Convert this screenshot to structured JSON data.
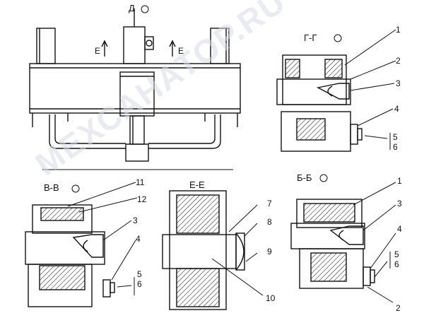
{
  "watermark": "МЕХСАНАТОР.RU",
  "views": {
    "main": {
      "view_label": "Д",
      "section_left": "Е",
      "section_right": "Е"
    },
    "gg": {
      "title": "Г-Г",
      "callouts": [
        "1",
        "2",
        "3",
        "4",
        "5",
        "6"
      ]
    },
    "vv": {
      "title": "В-В",
      "callouts": [
        "11",
        "12",
        "3",
        "4",
        "5",
        "6"
      ]
    },
    "ee": {
      "title": "Е-Е",
      "callouts": [
        "7",
        "8",
        "9",
        "10"
      ]
    },
    "bb": {
      "title": "Б-Б",
      "callouts": [
        "1",
        "3",
        "4",
        "5",
        "6",
        "2"
      ]
    }
  },
  "colors": {
    "line": "#111111",
    "watermark": "#c8cfe0"
  }
}
